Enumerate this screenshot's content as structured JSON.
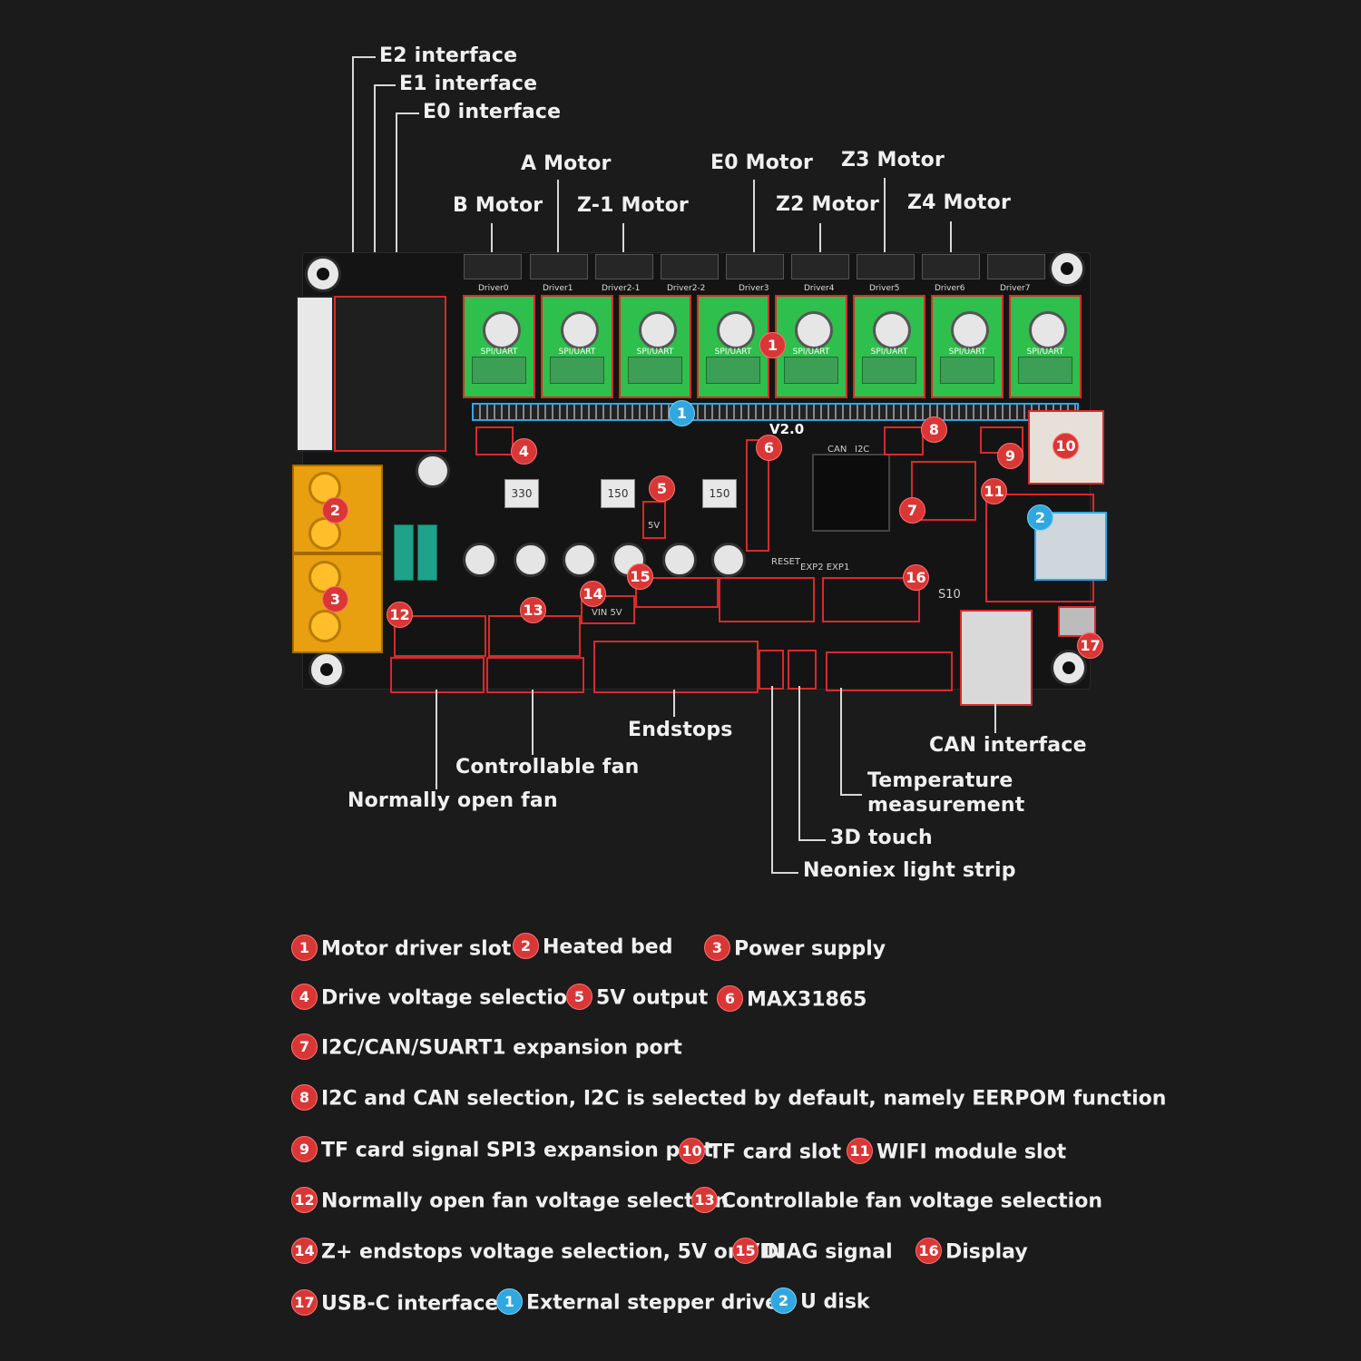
{
  "callouts": {
    "e2": "E2 interface",
    "e1": "E1 interface",
    "e0": "E0 interface",
    "a_motor": "A Motor",
    "e0_motor": "E0 Motor",
    "z3_motor": "Z3 Motor",
    "b_motor": "B Motor",
    "z1_motor": "Z-1 Motor",
    "z2_motor": "Z2 Motor",
    "z4_motor": "Z4 Motor",
    "endstops": "Endstops",
    "controllable_fan": "Controllable fan",
    "normally_open_fan": "Normally open fan",
    "can_interface": "CAN interface",
    "temp_1": "Temperature",
    "temp_2": "measurement",
    "touch": "3D touch",
    "neopixel": "Neoniex light strip"
  },
  "board": {
    "version": "V2.0",
    "drivers": [
      "Driver0",
      "Driver1",
      "Driver2-1",
      "Driver2-2",
      "Driver3",
      "Driver4",
      "Driver5",
      "Driver6",
      "Driver7"
    ],
    "driver_text": "SPI/UART",
    "inductor_1": "330",
    "inductor_2": "150",
    "inductor_3": "150",
    "silk_can": "CAN",
    "silk_i2c": "I2C",
    "silk_reset": "RESET",
    "silk_exp": "EXP2 EXP1",
    "silk_s10": "S10",
    "silk_5v": "5V",
    "silk_vin5v": "VIN 5V"
  },
  "board_badges": {
    "b1": "1",
    "b2": "2",
    "b3": "3",
    "b4": "4",
    "b5": "5",
    "b6": "6",
    "b7": "7",
    "b8": "8",
    "b9": "9",
    "b10": "10",
    "b11": "11",
    "b12": "12",
    "b13": "13",
    "b14": "14",
    "b15": "15",
    "b16": "16",
    "b17": "17",
    "blue1": "1",
    "blue2": "2"
  },
  "legend": [
    {
      "num": "1",
      "text": "Motor driver slot",
      "color": "red"
    },
    {
      "num": "2",
      "text": "Heated bed",
      "color": "red"
    },
    {
      "num": "3",
      "text": "Power supply",
      "color": "red"
    },
    {
      "num": "4",
      "text": "Drive voltage selection",
      "color": "red"
    },
    {
      "num": "5",
      "text": "5V output",
      "color": "red"
    },
    {
      "num": "6",
      "text": "MAX31865",
      "color": "red"
    },
    {
      "num": "7",
      "text": "I2C/CAN/SUART1 expansion port",
      "color": "red"
    },
    {
      "num": "8",
      "text": "I2C and CAN selection, I2C is selected by default, namely EERPOM function",
      "color": "red"
    },
    {
      "num": "9",
      "text": "TF card signal SPI3 expansion port",
      "color": "red"
    },
    {
      "num": "10",
      "text": "TF card slot",
      "color": "red"
    },
    {
      "num": "11",
      "text": "WIFI module slot",
      "color": "red"
    },
    {
      "num": "12",
      "text": "Normally open fan voltage selection",
      "color": "red"
    },
    {
      "num": "13",
      "text": "Controllable fan voltage selection",
      "color": "red"
    },
    {
      "num": "14",
      "text": "Z+ endstops voltage selection, 5V or VIN",
      "color": "red"
    },
    {
      "num": "15",
      "text": "DIAG signal",
      "color": "red"
    },
    {
      "num": "16",
      "text": "Display",
      "color": "red"
    },
    {
      "num": "17",
      "text": "USB-C interface",
      "color": "red"
    },
    {
      "num": "1",
      "text": "External stepper driver",
      "color": "blue"
    },
    {
      "num": "2",
      "text": "U disk",
      "color": "blue"
    }
  ],
  "colors": {
    "accent_red": "#d93636",
    "accent_blue": "#31a7e0",
    "background": "#1b1b1b"
  }
}
